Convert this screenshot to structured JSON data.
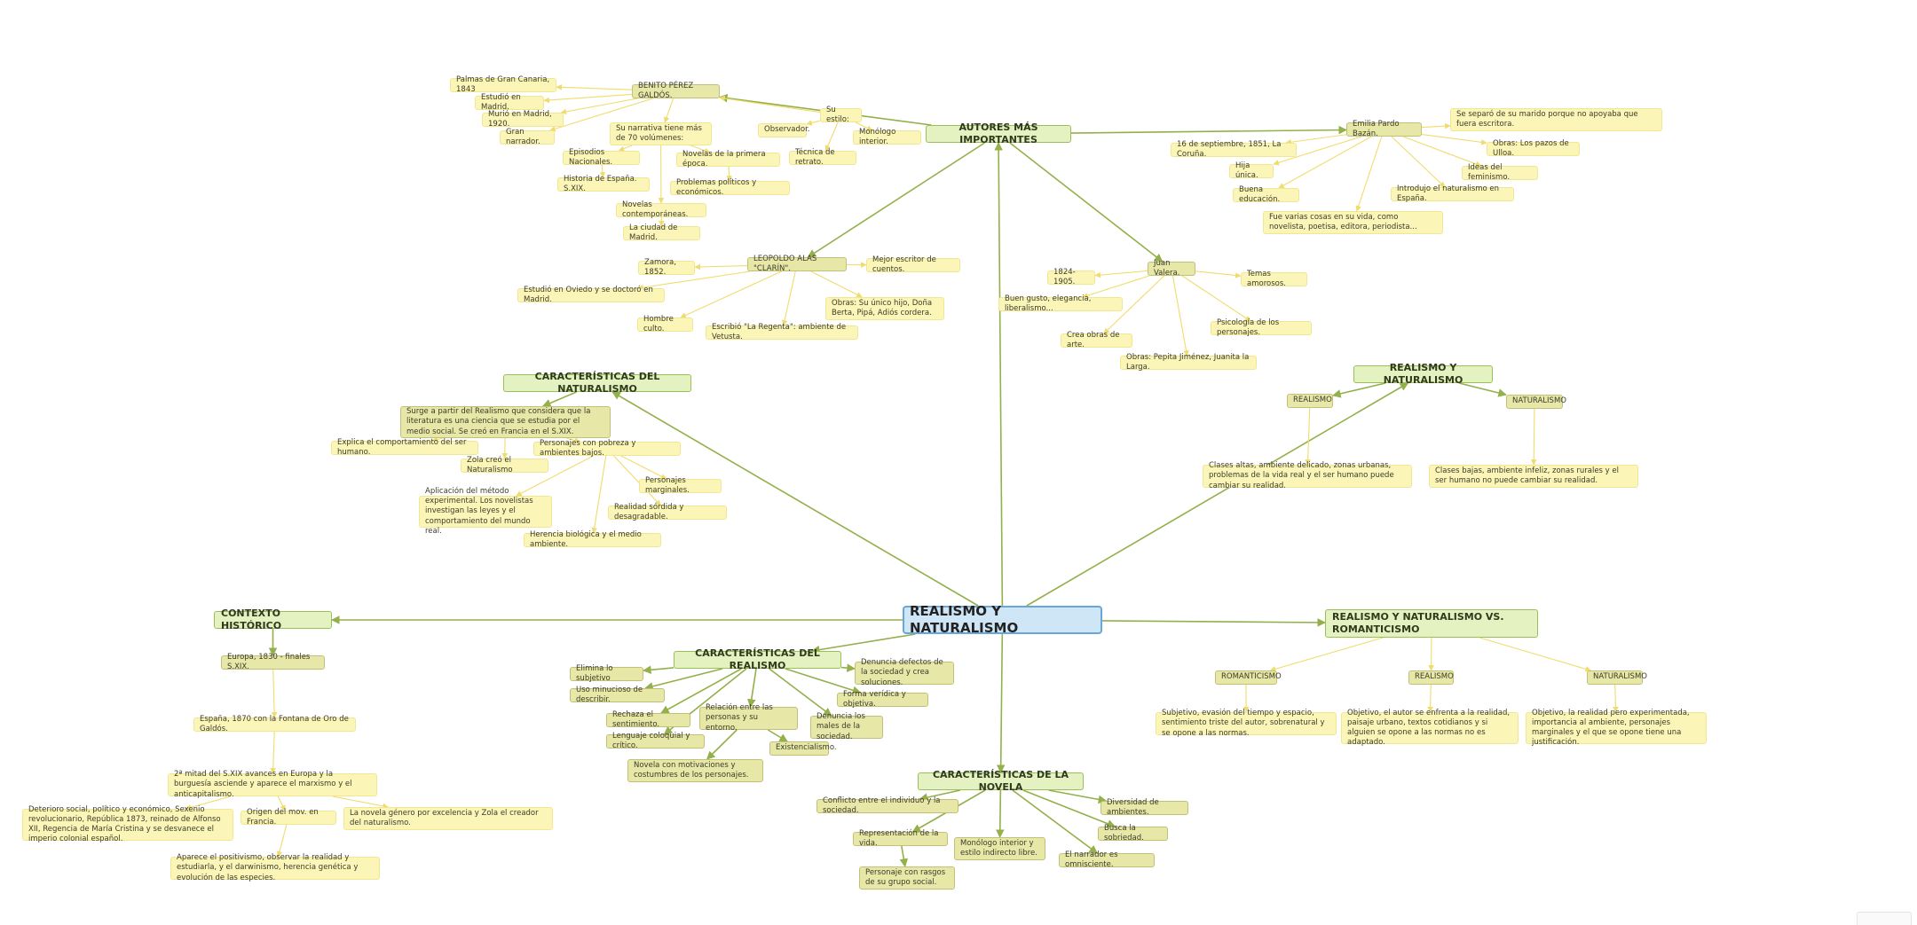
{
  "colors": {
    "root_fill": "#cfe6f6",
    "root_border": "#6aa7d8",
    "main_fill": "#e4f2c2",
    "main_border": "#9bbf57",
    "sub_fill": "#e7e8a7",
    "leaf_fill": "#fbf6b8",
    "link_main": "#93b04a",
    "link_leaf": "#f0dc6c"
  },
  "nodes": {
    "root": "REALISMO Y NATURALISMO",
    "autores": "AUTORES MÁS IMPORTANTES",
    "galdos": "BENITO PÉREZ GALDÓS.",
    "g1": "Palmas de Gran Canaria, 1843",
    "g2": "Estudió en Madrid.",
    "g3": "Murió en Madrid, 1920.",
    "g4": "Gran narrador.",
    "g5": "Su narrativa tiene más de 70 volúmenes:",
    "g6": "Episodios Nacionales.",
    "g7": "Novelas de la primera época.",
    "g8": "Historia de España. S.XIX.",
    "g9": "Problemas políticos y económicos.",
    "g10": "Novelas contemporáneas.",
    "g11": "La ciudad de Madrid.",
    "estilo": "Su estilo:",
    "e1": "Observador.",
    "e2": "Monólogo interior.",
    "e3": "Técnica de retrato.",
    "pardo": "Emilia Pardo Bazán.",
    "p1": "Se separó de su marido porque no apoyaba que fuera escritora.",
    "p2": "16 de septiembre, 1851, La Coruña.",
    "p3": "Obras: Los pazos de Ulloa.",
    "p4": "Hija única.",
    "p5": "Ideas del feminismo.",
    "p6": "Buena educación.",
    "p7": "Introdujo el naturalismo en España.",
    "p8": "Fue varias cosas en su vida, como novelista, poetisa, editora, periodista...",
    "clarin": "LEOPOLDO ALAS \"CLARÍN\".",
    "c1": "Zamora, 1852.",
    "c2": "Mejor escritor de cuentos.",
    "c3": "Estudió en Oviedo y se doctoró en Madrid.",
    "c4": "Obras: Su único hijo, Doña Berta, Pipá, Adiós cordera.",
    "c5": "Hombre culto.",
    "c6": "Escribió \"La Regenta\": ambiente de Vetusta.",
    "valera": "Juan Valera.",
    "v1": "1824-1905.",
    "v2": "Temas amorosos.",
    "v3": "Buen gusto, elegancia, liberalismo...",
    "v4": "Psicología de los personajes.",
    "v5": "Crea obras de arte.",
    "v6": "Obras: Pepita Jiménez, Juanita la Larga.",
    "cnat": "CARACTERÍSTICAS DEL NATURALISMO",
    "n1": "Surge a partir del Realismo que considera que la literatura es una ciencia que se estudia por el medio social. Se creó en Francia en el S.XIX.",
    "n2": "Explica el comportamiento del ser humano.",
    "n3": "Personajes con pobreza y ambientes bajos.",
    "n4": "Zola creó el Naturalismo",
    "n5": "Personajes marginales.",
    "n6": "Aplicación del método experimental. Los novelistas investigan las leyes y el comportamiento del mundo real.",
    "n7": "Realidad sórdida y desagradable.",
    "n8": "Herencia biológica y el medio ambiente.",
    "ryn": "REALISMO Y NATURALISMO",
    "ryn_r": "REALISMO",
    "ryn_n": "NATURALISMO",
    "ryn_r1": "Clases altas, ambiente delicado, zonas urbanas, problemas de la vida real y el ser humano puede cambiar su realidad.",
    "ryn_n1": "Clases bajas, ambiente infeliz, zonas rurales y el ser humano no puede cambiar su realidad.",
    "contexto": "CONTEXTO HISTÓRICO",
    "h1": "Europa, 1830 - finales S.XIX.",
    "h2": "España, 1870 con la Fontana de Oro de Galdós.",
    "h3": "2ª mitad del S.XIX avances en Europa y la burguesía asciende y aparece el marxismo y el anticapitalismo.",
    "h4": "Deterioro social, político y económico, Sexenio revolucionario, República 1873, reinado de Alfonso XII, Regencia de María Cristina y se desvanece el imperio colonial español.",
    "h5": "Origen del mov. en Francia.",
    "h6": "La novela género por excelencia y Zola el creador del naturalismo.",
    "h7": "Aparece el positivismo, observar la realidad y estudiarla, y el darwinismo, herencia genética y evolución de las especies.",
    "creal": "CARACTERÍSTICAS DEL REALISMO",
    "r1": "Elimina lo subjetivo",
    "r2": "Denuncia defectos de la sociedad y crea soluciones.",
    "r3": "Uso minucioso de describir.",
    "r4": "Forma verídica y objetiva.",
    "r5": "Rechaza el sentimiento.",
    "r6": "Relación entre las personas y su entorno.",
    "r7": "Denuncia los males de la sociedad.",
    "r8": "Lenguaje coloquial y crítico.",
    "r9": "Existencialismo.",
    "r10": "Novela con motivaciones y costumbres de los personajes.",
    "cnov": "CARACTERÍSTICAS DE LA NOVELA",
    "nv1": "Conflicto entre el individuo y la sociedad.",
    "nv2": "Diversidad de ambientes.",
    "nv3": "Busca la sobriedad.",
    "nv4": "Representación de la vida.",
    "nv5": "Monólogo interior y estilo indirecto libre.",
    "nv6": "El narrador es omnisciente.",
    "nv7": "Personaje con rasgos de su grupo social.",
    "rvr": "REALISMO Y NATURALISMO VS. ROMANTICISMO",
    "rvr_ro": "ROMANTICISMO",
    "rvr_re": "REALISMO",
    "rvr_na": "NATURALISMO",
    "rvr_ro1": "Subjetivo, evasión del tiempo y espacio, sentimiento triste del autor, sobrenatural y se opone a las normas.",
    "rvr_re1": "Objetivo, el autor se enfrenta a la realidad, paisaje urbano, textos cotidianos y si alguien se opone a las normas no es adaptado.",
    "rvr_na1": "Objetivo, la realidad pero experimentada, importancia al ambiente, personajes marginales y el que se opone tiene una justificación."
  }
}
